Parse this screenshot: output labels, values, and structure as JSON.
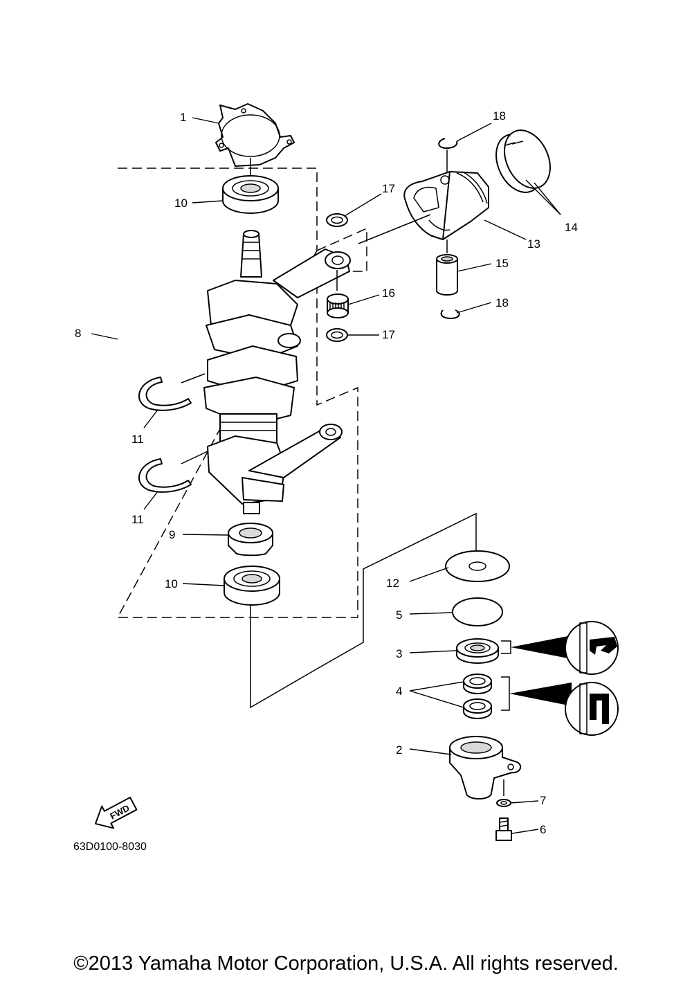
{
  "diagram": {
    "callouts": {
      "p1": "1",
      "p2": "2",
      "p3": "3",
      "p4": "4",
      "p5": "5",
      "p6": "6",
      "p7": "7",
      "p8": "8",
      "p9": "9",
      "p10a": "10",
      "p10b": "10",
      "p11a": "11",
      "p11b": "11",
      "p12": "12",
      "p13": "13",
      "p14": "14",
      "p15": "15",
      "p16": "16",
      "p17a": "17",
      "p17b": "17",
      "p18a": "18",
      "p18b": "18"
    },
    "fwd_label": "FWD",
    "drawing_number": "63D0100-8030"
  },
  "footer": {
    "copyright": "©2013 Yamaha Motor Corporation, U.S.A. All rights reserved."
  }
}
